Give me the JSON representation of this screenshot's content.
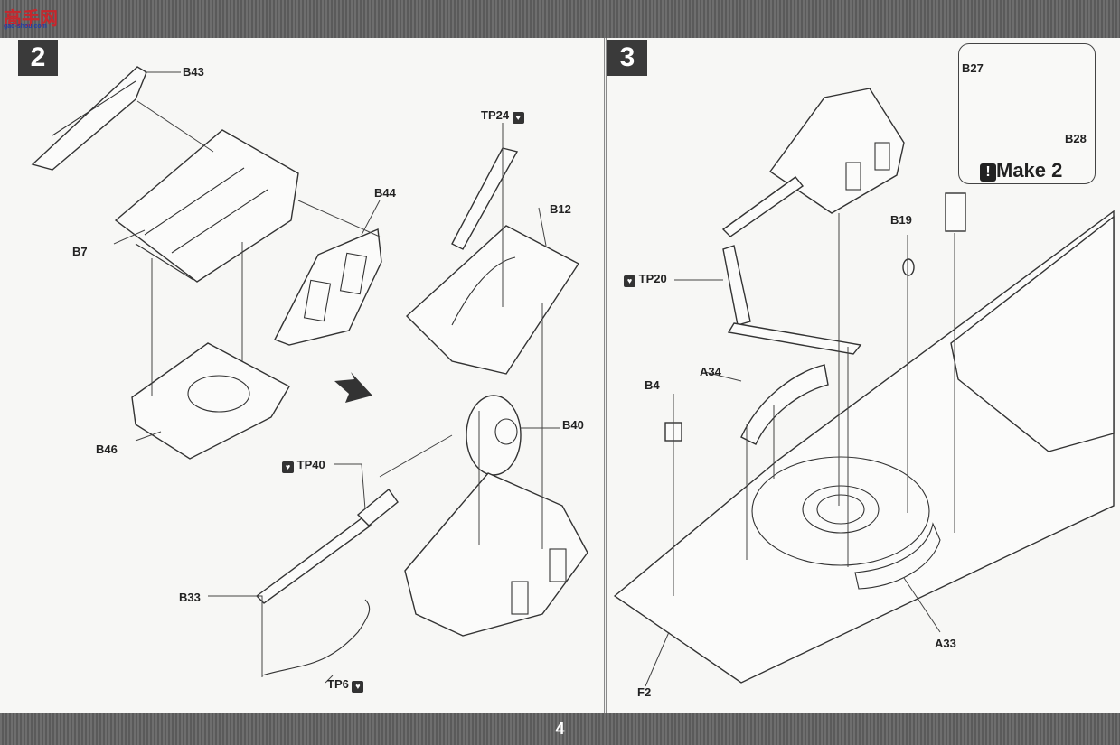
{
  "header": {
    "logo_text": "高手网",
    "logo_sub": "gao-shou.com"
  },
  "footer": {
    "page_number": "4"
  },
  "steps": [
    {
      "number": "2",
      "labels": {
        "b43": "B43",
        "b7": "B7",
        "b44": "B44",
        "b46": "B46",
        "tp24": "TP24",
        "b12": "B12",
        "b40": "B40",
        "tp40": "TP40",
        "b33": "B33",
        "tp6": "TP6"
      }
    },
    {
      "number": "3",
      "labels": {
        "tp20": "TP20",
        "b19": "B19",
        "b4": "B4",
        "a34": "A34",
        "a33": "A33",
        "f2": "F2"
      },
      "inset": {
        "b27": "B27",
        "b28": "B28",
        "make_label": "Make 2",
        "warn_glyph": "!"
      }
    }
  ],
  "icons": {
    "photo_etch": "photo-etch-icon",
    "arrow": "direction-arrow-icon"
  },
  "colors": {
    "band": "#5a5a5a",
    "paper": "#f7f7f5",
    "ink": "#333333"
  }
}
